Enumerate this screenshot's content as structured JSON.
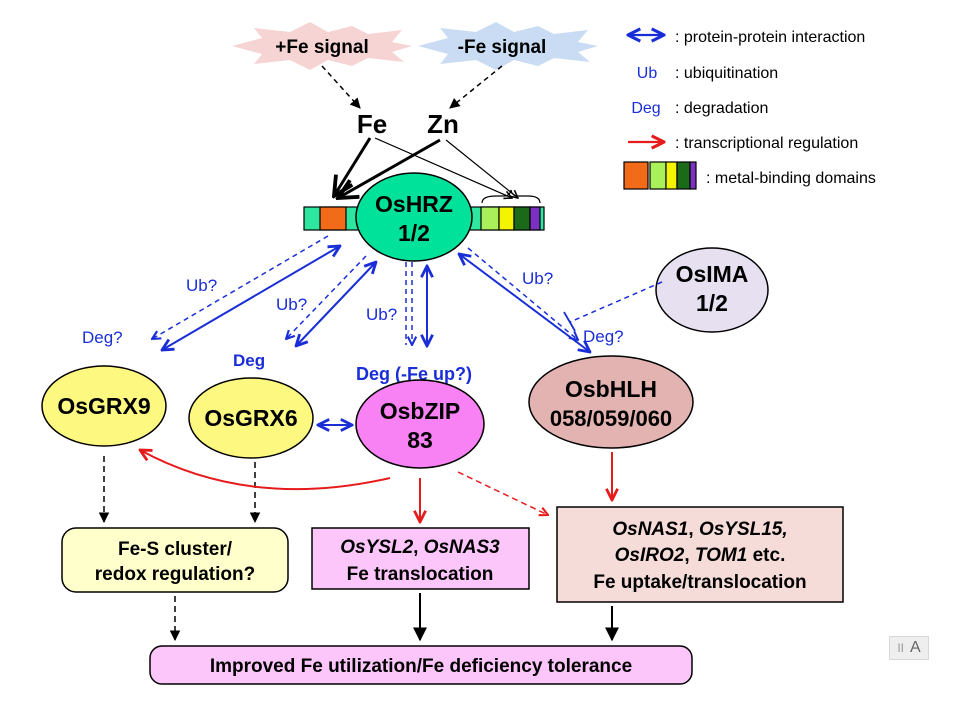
{
  "signals": {
    "plus_fe": "+Fe signal",
    "minus_fe": "-Fe signal"
  },
  "metals": {
    "fe": "Fe",
    "zn": "Zn"
  },
  "legend": {
    "ppi": ": protein-protein interaction",
    "ub_symbol": "Ub",
    "ub": ": ubiquitination",
    "deg_symbol": "Deg",
    "deg": ": degradation",
    "tr": ": transcriptional regulation",
    "mbd": ": metal-binding  domains"
  },
  "nodes": {
    "oshrz": [
      "OsHRZ",
      "1/2"
    ],
    "osima": [
      "OsIMA",
      "1/2"
    ],
    "osgrx9": "OsGRX9",
    "osgrx6": "OsGRX6",
    "osbzip": [
      "OsbZIP",
      "83"
    ],
    "osbhlh": [
      "OsbHLH",
      "058/059/060"
    ]
  },
  "edge_labels": {
    "ub_grx9": "Ub?",
    "deg_grx9": "Deg?",
    "ub_grx6": "Ub?",
    "deg_grx6": "Deg",
    "ub_bzip": "Ub?",
    "deg_bzip": "Deg (-Fe up?)",
    "ub_bhlh": "Ub?",
    "deg_bhlh": "Deg?"
  },
  "boxes": {
    "fes": [
      "Fe-S cluster/",
      "redox regulation?"
    ],
    "bzip_targets": {
      "gene1": "OsYSL2",
      "sep": ", ",
      "gene2": "OsNAS3",
      "line2": "Fe translocation"
    },
    "bhlh_targets": {
      "l1a": "OsNAS1",
      "l1b": ", ",
      "l1c": "OsYSL15,",
      "l2a": "OsIRO2",
      "l2b": ", ",
      "l2c": "TOM1",
      "l2d": " etc.",
      "line3": "Fe uptake/translocation"
    },
    "bottom": "Improved Fe utilization/Fe deficiency tolerance"
  },
  "badge": "A",
  "colors": {
    "oshrz": "#00e29a",
    "osima": "#e6e0f0",
    "osgrx": "#fdf880",
    "osbzip": "#f882f4",
    "osbhlh": "#e2b3b0",
    "fes_box": "#ffffcc",
    "bzip_box": "#fcc6fa",
    "bhlh_box": "#f5dcd8",
    "bottom_box": "#fcc6fa",
    "blue": "#1a2ed8",
    "red": "#e61b1b",
    "domain_orange": "#f26b18",
    "domain_lightgreen": "#aaf05a",
    "domain_yellow": "#f5f400",
    "domain_green": "#2a9a2a",
    "domain_darkgreen": "#1a6a1a",
    "domain_purple": "#7a30c0",
    "domain_cyan": "#2ee6a0"
  }
}
